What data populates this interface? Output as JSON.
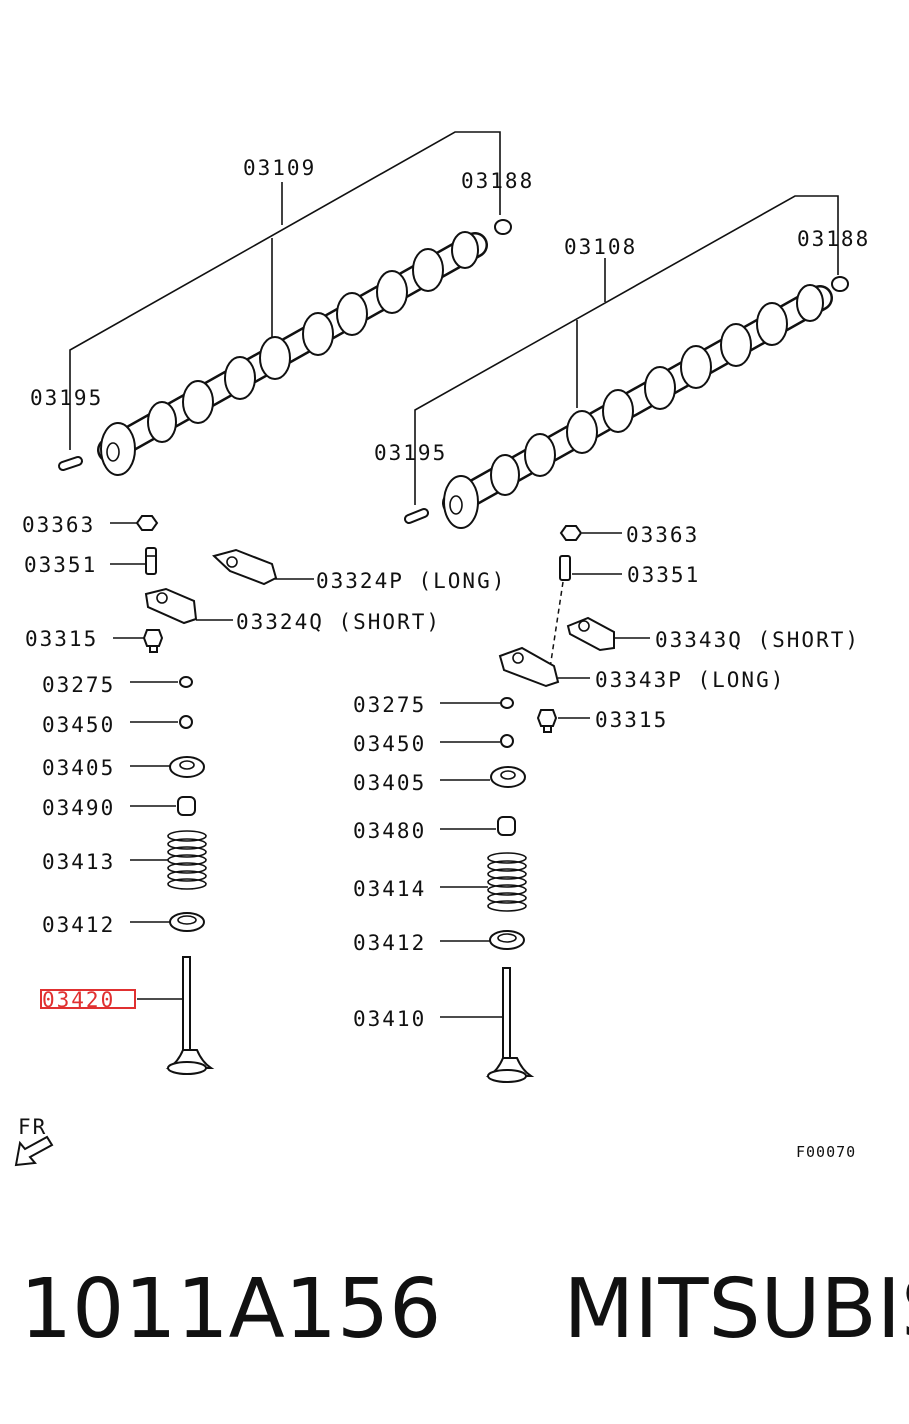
{
  "labels": {
    "cam_exhaust": "03109",
    "cam_intake": "03108",
    "cap_left": "03188",
    "cap_right": "03188",
    "pin_left": "03195",
    "pin_right": "03195",
    "nut_left": "03363",
    "nut_right": "03363",
    "screw_left": "03351",
    "screw_right": "03351",
    "rocker_long_left": "03324P (LONG)",
    "rocker_short_left": "03324Q (SHORT)",
    "rocker_short_right": "03343Q (SHORT)",
    "rocker_long_right": "03343P (LONG)",
    "shaft_left": "03315",
    "shaft_right": "03315",
    "cotter_left": "03275",
    "cotter_right": "03275",
    "lock_left": "03450",
    "lock_right": "03450",
    "retainer_left": "03405",
    "retainer_right": "03405",
    "seal_left": "03490",
    "seal_right": "03480",
    "spring_left": "03413",
    "spring_right": "03414",
    "seat_left": "03412",
    "seat_right": "03412",
    "valve_left": "03420",
    "valve_right": "03410"
  },
  "direction_marker": "FR",
  "figure_code": "F00070",
  "part_number": "1011A156",
  "brand": "MITSUBISHI",
  "highlight_color": "#e03030"
}
